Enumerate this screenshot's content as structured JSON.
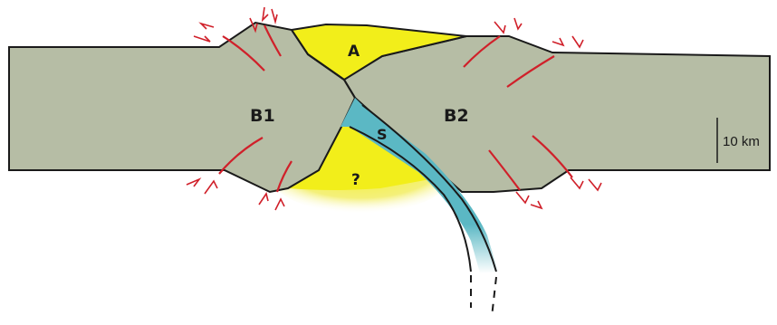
{
  "labels": {
    "a": "A",
    "b1": "B1",
    "b2": "B2",
    "s": "S",
    "unknown": "?"
  },
  "scale_bar": {
    "label": "10 km"
  },
  "colors": {
    "plate": "#b6bda5",
    "outline": "#1a1a1a",
    "wedge_yellow": "#f2ee1a",
    "slab": "#5bb8c4",
    "fault": "#d0202a"
  }
}
